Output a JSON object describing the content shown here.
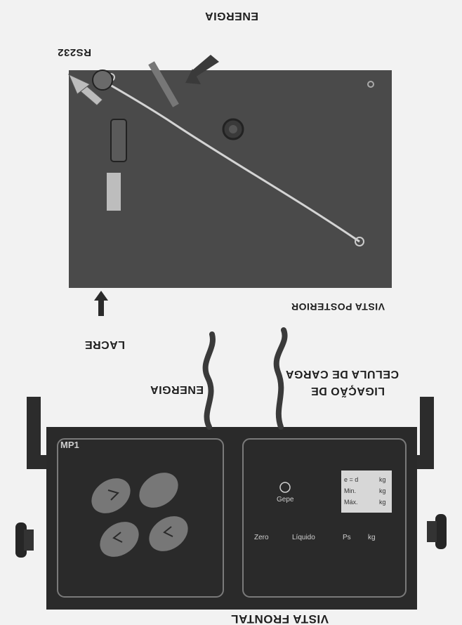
{
  "labels": {
    "energia_top": "ENERGIA",
    "rs232": "RS232",
    "lacre": "LACRE",
    "vista_posterior": "VISTA POSTERIOR",
    "energia_mid": "ENERGIA",
    "ligacao_line1": "LIGAÇÃO DE",
    "ligacao_line2": "CELULA DE CARGA",
    "vista_frontal": "VISTA FRONTAL"
  },
  "front_panel": {
    "keypad_title": "MP1",
    "logo_text": "Gepe",
    "display_rows": [
      "e = d",
      "Min.",
      "Máx."
    ],
    "display_units": [
      "kg",
      "kg",
      "kg"
    ],
    "indicators": [
      "Zero",
      "Líquido",
      "Ps",
      "kg"
    ]
  },
  "colors": {
    "background": "#f2f2f2",
    "panel_dark": "#2a2a2a",
    "rear_panel": "#4a4a4a",
    "frame": "#2c2c2c",
    "key": "#777777",
    "display": "#d7d7d7"
  }
}
